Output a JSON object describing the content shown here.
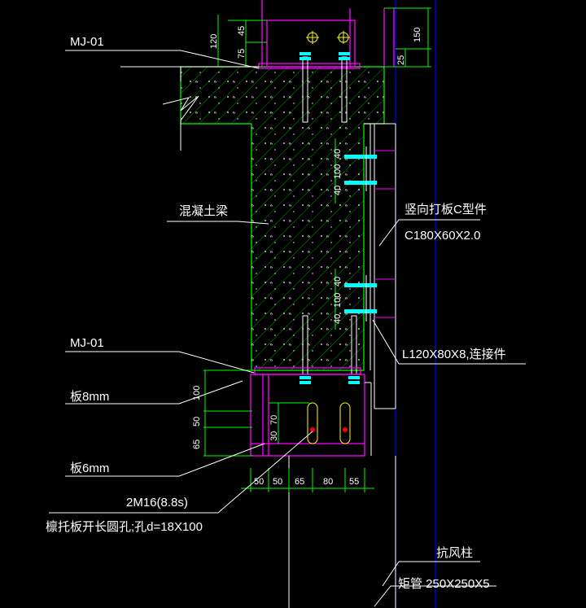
{
  "labels": {
    "mj01_top": "MJ-01",
    "concrete_beam": "混凝土梁",
    "c_section_title": "竖向打板C型件",
    "c_section_size": "C180X60X2.0",
    "angle": "L120X80X8,连接件",
    "mj01_bottom": "MJ-01",
    "plate8": "板8mm",
    "plate6": "板6mm",
    "bolts": "2M16(8.8s)",
    "slot_note": "檩托板开长圆孔;孔d=18X100",
    "wind_column": "抗风柱",
    "tube": "矩管 250X250X5"
  },
  "dims": {
    "d45": "45",
    "d120": "120",
    "d75": "75",
    "d150": "150",
    "d25": "25",
    "d40a": "40",
    "d100a": "100",
    "d40b": "40",
    "d40c": "40",
    "d100b": "100",
    "d40d": "40",
    "d100c": "100",
    "d50a": "50",
    "d65a": "65",
    "d70": "70",
    "d30": "30",
    "b50a": "50",
    "b50b": "50",
    "b65": "65",
    "b80": "80",
    "b55": "55"
  },
  "colors": {
    "background": "#000000",
    "concrete": "#00ff00",
    "steel": "#ff00ff",
    "bolt": "#00ffff",
    "dimension": "#00ff00",
    "leader": "#ffffff",
    "axis": "#0000ff",
    "section": "#ffff00"
  }
}
